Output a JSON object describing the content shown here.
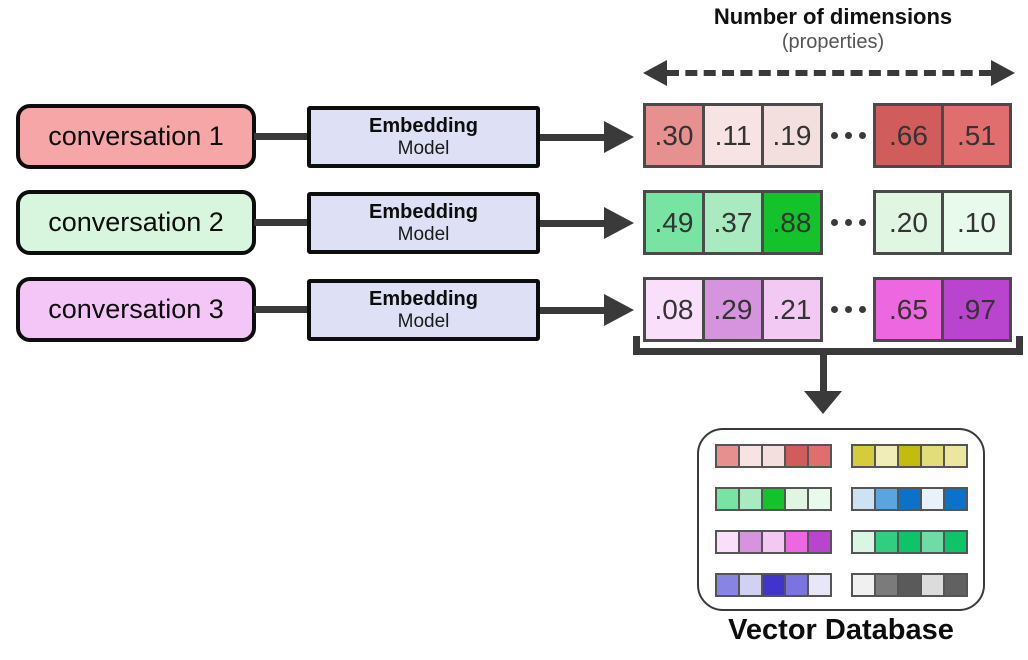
{
  "header": {
    "title": "Number of dimensions",
    "subtitle": "(properties)"
  },
  "embedding": {
    "title": "Embedding",
    "subtitle": "Model"
  },
  "rows": [
    {
      "label": "conversation 1",
      "color": "#F6A6A6",
      "cells": [
        {
          "v": ".30",
          "c": "#E79090"
        },
        {
          "v": ".11",
          "c": "#F7E2E4"
        },
        {
          "v": ".19",
          "c": "#F4DFDF"
        },
        {
          "v": ".66",
          "c": "#D15C5C"
        },
        {
          "v": ".51",
          "c": "#E06E6E"
        }
      ]
    },
    {
      "label": "conversation 2",
      "color": "#D8F6DE",
      "cells": [
        {
          "v": ".49",
          "c": "#79E3A3"
        },
        {
          "v": ".37",
          "c": "#AAEAC1"
        },
        {
          "v": ".88",
          "c": "#14C22B"
        },
        {
          "v": ".20",
          "c": "#E0F6E3"
        },
        {
          "v": ".10",
          "c": "#E8FAEB"
        }
      ]
    },
    {
      "label": "conversation 3",
      "color": "#F3C6F7",
      "cells": [
        {
          "v": ".08",
          "c": "#FADFFB"
        },
        {
          "v": ".29",
          "c": "#D794DE"
        },
        {
          "v": ".21",
          "c": "#F1C9F3"
        },
        {
          "v": ".65",
          "c": "#ED68E0"
        },
        {
          "v": ".97",
          "c": "#B945CF"
        }
      ]
    }
  ],
  "database": {
    "label": "Vector Database",
    "strips": [
      {
        "name": "red-vector",
        "colors": [
          "#E79090",
          "#F7E2E4",
          "#F4DFDF",
          "#D15C5C",
          "#E06E6E"
        ]
      },
      {
        "name": "yellow-vector",
        "colors": [
          "#D6CB3D",
          "#F0EDB8",
          "#C3BC0C",
          "#E3DC7A",
          "#EBE79E"
        ]
      },
      {
        "name": "green-vector",
        "colors": [
          "#79E3A3",
          "#AAEAC1",
          "#14C22B",
          "#E0F6E3",
          "#E8FAEB"
        ]
      },
      {
        "name": "blue-vector",
        "colors": [
          "#CFE2F3",
          "#5CA4DD",
          "#0B72C8",
          "#E9F2FB",
          "#0B72C8"
        ]
      },
      {
        "name": "purple-vector",
        "colors": [
          "#FADFFB",
          "#D794DE",
          "#F1C9F3",
          "#ED68E0",
          "#B945CF"
        ]
      },
      {
        "name": "emerald-vector",
        "colors": [
          "#D9F6E5",
          "#31CE82",
          "#0EC468",
          "#6FDBA6",
          "#0EC468"
        ]
      },
      {
        "name": "indigo-vector",
        "colors": [
          "#8784E3",
          "#D3D1F2",
          "#4134CC",
          "#7B74DE",
          "#E8E7F8"
        ]
      },
      {
        "name": "gray-vector",
        "colors": [
          "#F0F0F0",
          "#7B7B7B",
          "#5A5A5A",
          "#DCDCDC",
          "#616161"
        ]
      }
    ]
  },
  "colors": {
    "line": "#3A3A3A",
    "cell_border": "#4A4A4A",
    "box_border": "#0D0D0D",
    "embedding_fill": "#DEE1F5",
    "subtitle_text": "#555555",
    "cell_text": "#333333"
  }
}
